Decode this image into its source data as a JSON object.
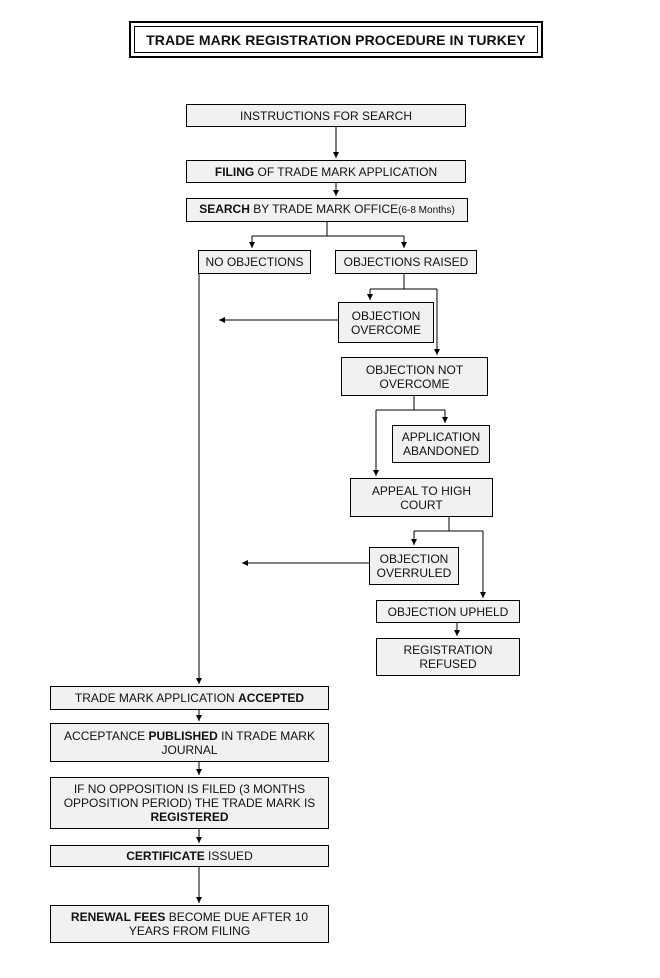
{
  "title": "TRADE MARK REGISTRATION PROCEDURE IN TURKEY",
  "steps": {
    "instructions": "INSTRUCTIONS FOR SEARCH",
    "filing": {
      "bold": "FILING",
      "rest": " OF TRADE MARK APPLICATION"
    },
    "search": {
      "bold": "SEARCH",
      "rest": " BY TRADE MARK OFFICE",
      "note": "(6-8 Months)"
    },
    "no_objections": "NO OBJECTIONS",
    "objections_raised": "OBJECTIONS RAISED",
    "objection_overcome": "OBJECTION OVERCOME",
    "objection_not_overcome": "OBJECTION NOT OVERCOME",
    "application_abandoned": "APPLICATION ABANDONED",
    "appeal_high_court": "APPEAL TO HIGH COURT",
    "objection_overruled": "OBJECTION OVERRULED",
    "objection_upheld": "OBJECTION UPHELD",
    "registration_refused": "REGISTRATION REFUSED",
    "accepted": {
      "pre": "TRADE MARK APPLICATION ",
      "bold": "ACCEPTED"
    },
    "published": {
      "pre": "ACCEPTANCE ",
      "bold": "PUBLISHED",
      "post": " IN TRADE MARK JOURNAL"
    },
    "registered": {
      "pre": "IF NO OPPOSITION IS FILED (3 MONTHS OPPOSITION PERIOD) THE TRADE MARK IS ",
      "bold": "REGISTERED"
    },
    "certificate": {
      "bold": "CERTIFICATE",
      "rest": " ISSUED"
    },
    "renewal": {
      "bold": "RENEWAL FEES",
      "rest": " BECOME DUE AFTER 10 YEARS FROM FILING"
    }
  }
}
